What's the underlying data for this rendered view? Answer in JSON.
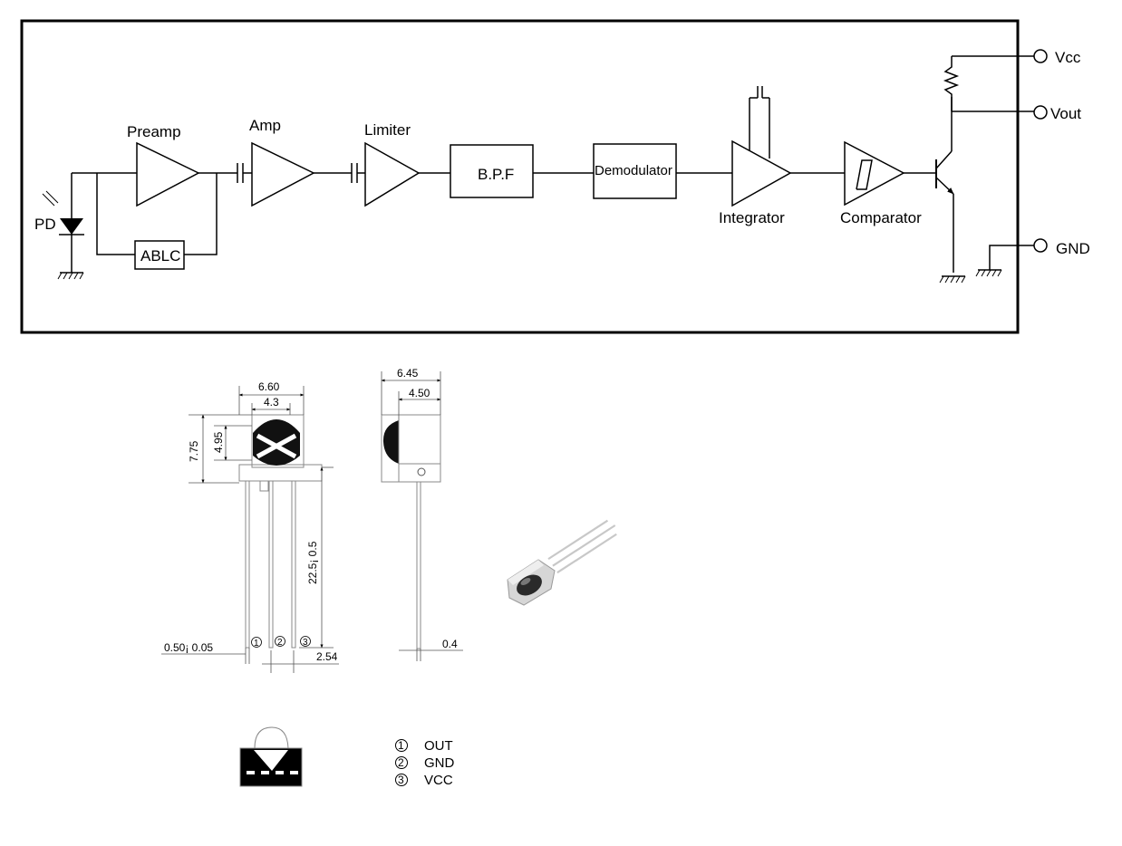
{
  "block_diagram": {
    "pd": "PD",
    "preamp": "Preamp",
    "ablc": "ABLC",
    "amp": "Amp",
    "limiter": "Limiter",
    "bpf": "B.P.F",
    "demodulator": "Demodulator",
    "integrator": "Integrator",
    "comparator": "Comparator",
    "vcc": "Vcc",
    "vout": "Vout",
    "gnd": "GND"
  },
  "front_view": {
    "width_total": "6.60",
    "width_lens": "4.3",
    "height_total": "7.75",
    "height_lens": "4.95",
    "lead_length": "22.5¡ 0.5",
    "lead_width": "0.50¡ 0.05",
    "pitch": "2.54",
    "pin_1": "1",
    "pin_2": "2",
    "pin_3": "3"
  },
  "side_view": {
    "depth_total": "6.45",
    "depth_body": "4.50",
    "lead_thickness": "0.4"
  },
  "pinout": [
    {
      "num": "1",
      "name": "OUT"
    },
    {
      "num": "2",
      "name": "GND"
    },
    {
      "num": "3",
      "name": "VCC"
    }
  ]
}
